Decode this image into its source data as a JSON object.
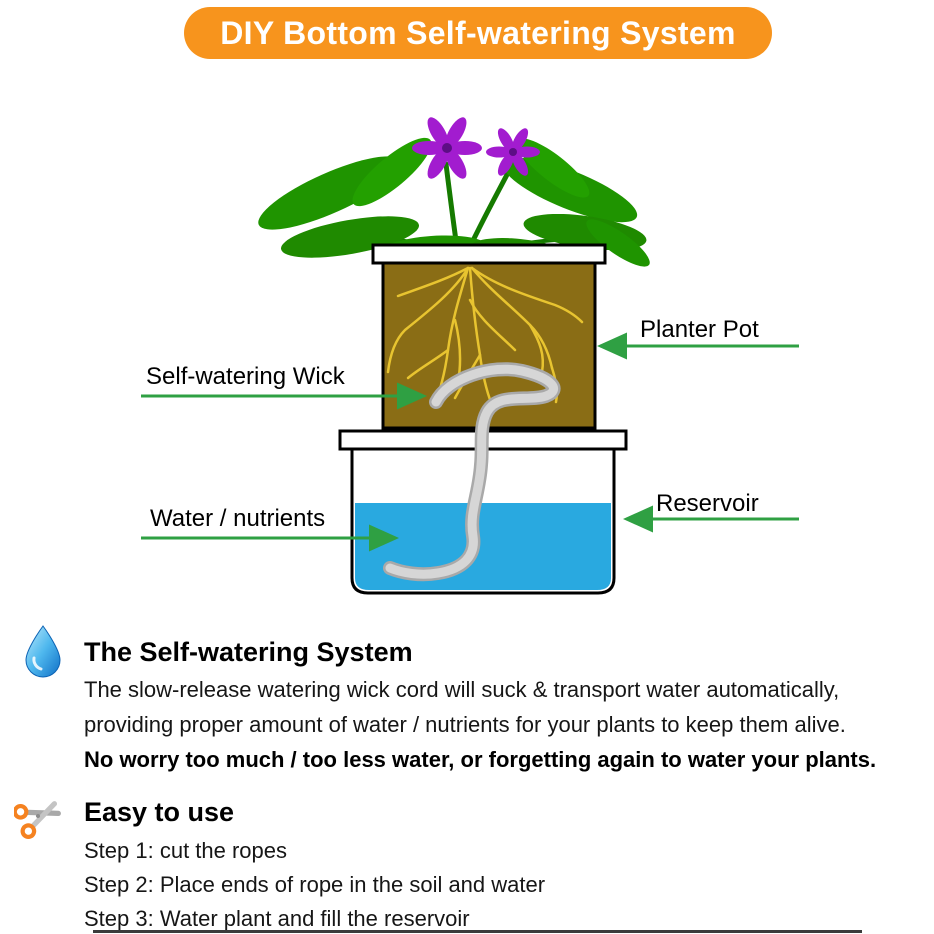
{
  "header": {
    "title": "DIY Bottom Self-watering System",
    "banner_color": "#F7941D"
  },
  "diagram": {
    "labels": {
      "planter_pot": "Planter Pot",
      "wick": "Self-watering Wick",
      "water_nutrients": "Water / nutrients",
      "reservoir": "Reservoir"
    },
    "colors": {
      "arrow_green": "#2FA043",
      "water_blue": "#29A9E0",
      "soil_brown": "#8A6D15",
      "root_yellow": "#E8C430",
      "leaf_green": "#1F9400",
      "flower_purple": "#A21CCF",
      "wick_gray": "#C6C6C6"
    },
    "icons": [
      "plant-illustration",
      "planter-pot-graphic",
      "wick-cord-graphic",
      "reservoir-graphic",
      "water-fill-graphic"
    ]
  },
  "system_section": {
    "icon": "water-drop-icon",
    "heading": "The Self-watering System",
    "line1": "The slow-release watering wick cord will suck & transport water automatically,",
    "line2": "providing proper amount of water / nutrients for your plants to keep them alive.",
    "bold_line": "No worry too much / too less water, or forgetting again to water your plants."
  },
  "usage_section": {
    "icon": "scissors-icon",
    "heading": "Easy to use",
    "steps": [
      "Step 1: cut the ropes",
      "Step 2: Place ends of rope in the soil and water",
      "Step 3: Water plant and fill the reservoir"
    ]
  }
}
